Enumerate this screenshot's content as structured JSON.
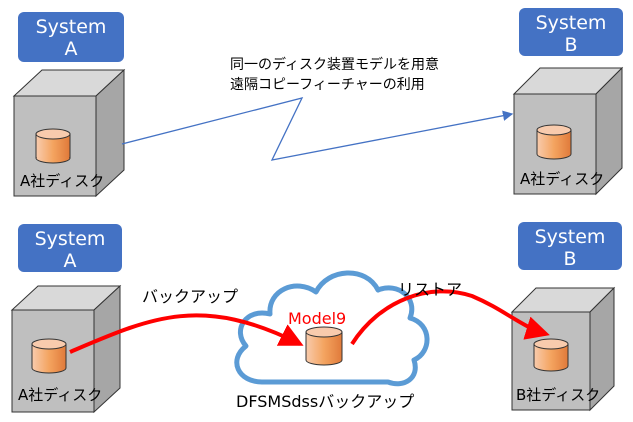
{
  "top": {
    "system_a": {
      "line1": "System",
      "line2": "A"
    },
    "system_b": {
      "line1": "System",
      "line2": "B"
    },
    "disk_a_label": "A社ディスク",
    "disk_b_label": "A社ディスク",
    "note_line1": "同一のディスク装置モデルを用意",
    "note_line2": "遠隔コピーフィーチャーの利用"
  },
  "bottom": {
    "system_a": {
      "line1": "System",
      "line2": "A"
    },
    "system_b": {
      "line1": "System",
      "line2": "B"
    },
    "disk_a_label": "A社ディスク",
    "disk_b_label": "B社ディスク",
    "backup_label": "バックアップ",
    "restore_label": "リストア",
    "cloud_title": "Model9",
    "cloud_caption": "DFSMSdssバックアップ"
  },
  "colors": {
    "label_fill": "#4472c4",
    "arrow_top": "#4472c4",
    "arrow_bottom": "#ff0000",
    "cloud_stroke": "#5b9bd5",
    "disk_fill": "#f4a460",
    "server_front": "#bfbfbf",
    "server_side": "#d9d9d9",
    "model9_text": "#ff0000"
  }
}
